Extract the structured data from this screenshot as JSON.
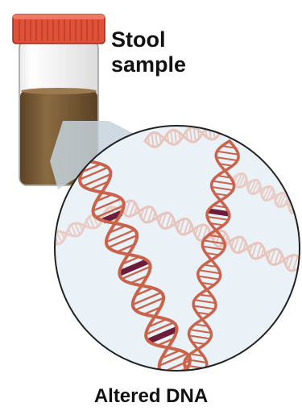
{
  "labels": {
    "stool_sample": "Stool sample",
    "altered_dna": "Altered DNA"
  },
  "icons": {
    "container": "specimen-jar-icon",
    "magnifier": "magnified-dna-circle",
    "dna": "dna-double-helix-icon"
  },
  "colors": {
    "cap": "#e0513a",
    "stool": "#7a5b35",
    "circle_fill": "#eaf2f8",
    "helix_primary": "#c9634b",
    "helix_faded": "#e6b3a3",
    "mutation": "#6b1d3a"
  }
}
